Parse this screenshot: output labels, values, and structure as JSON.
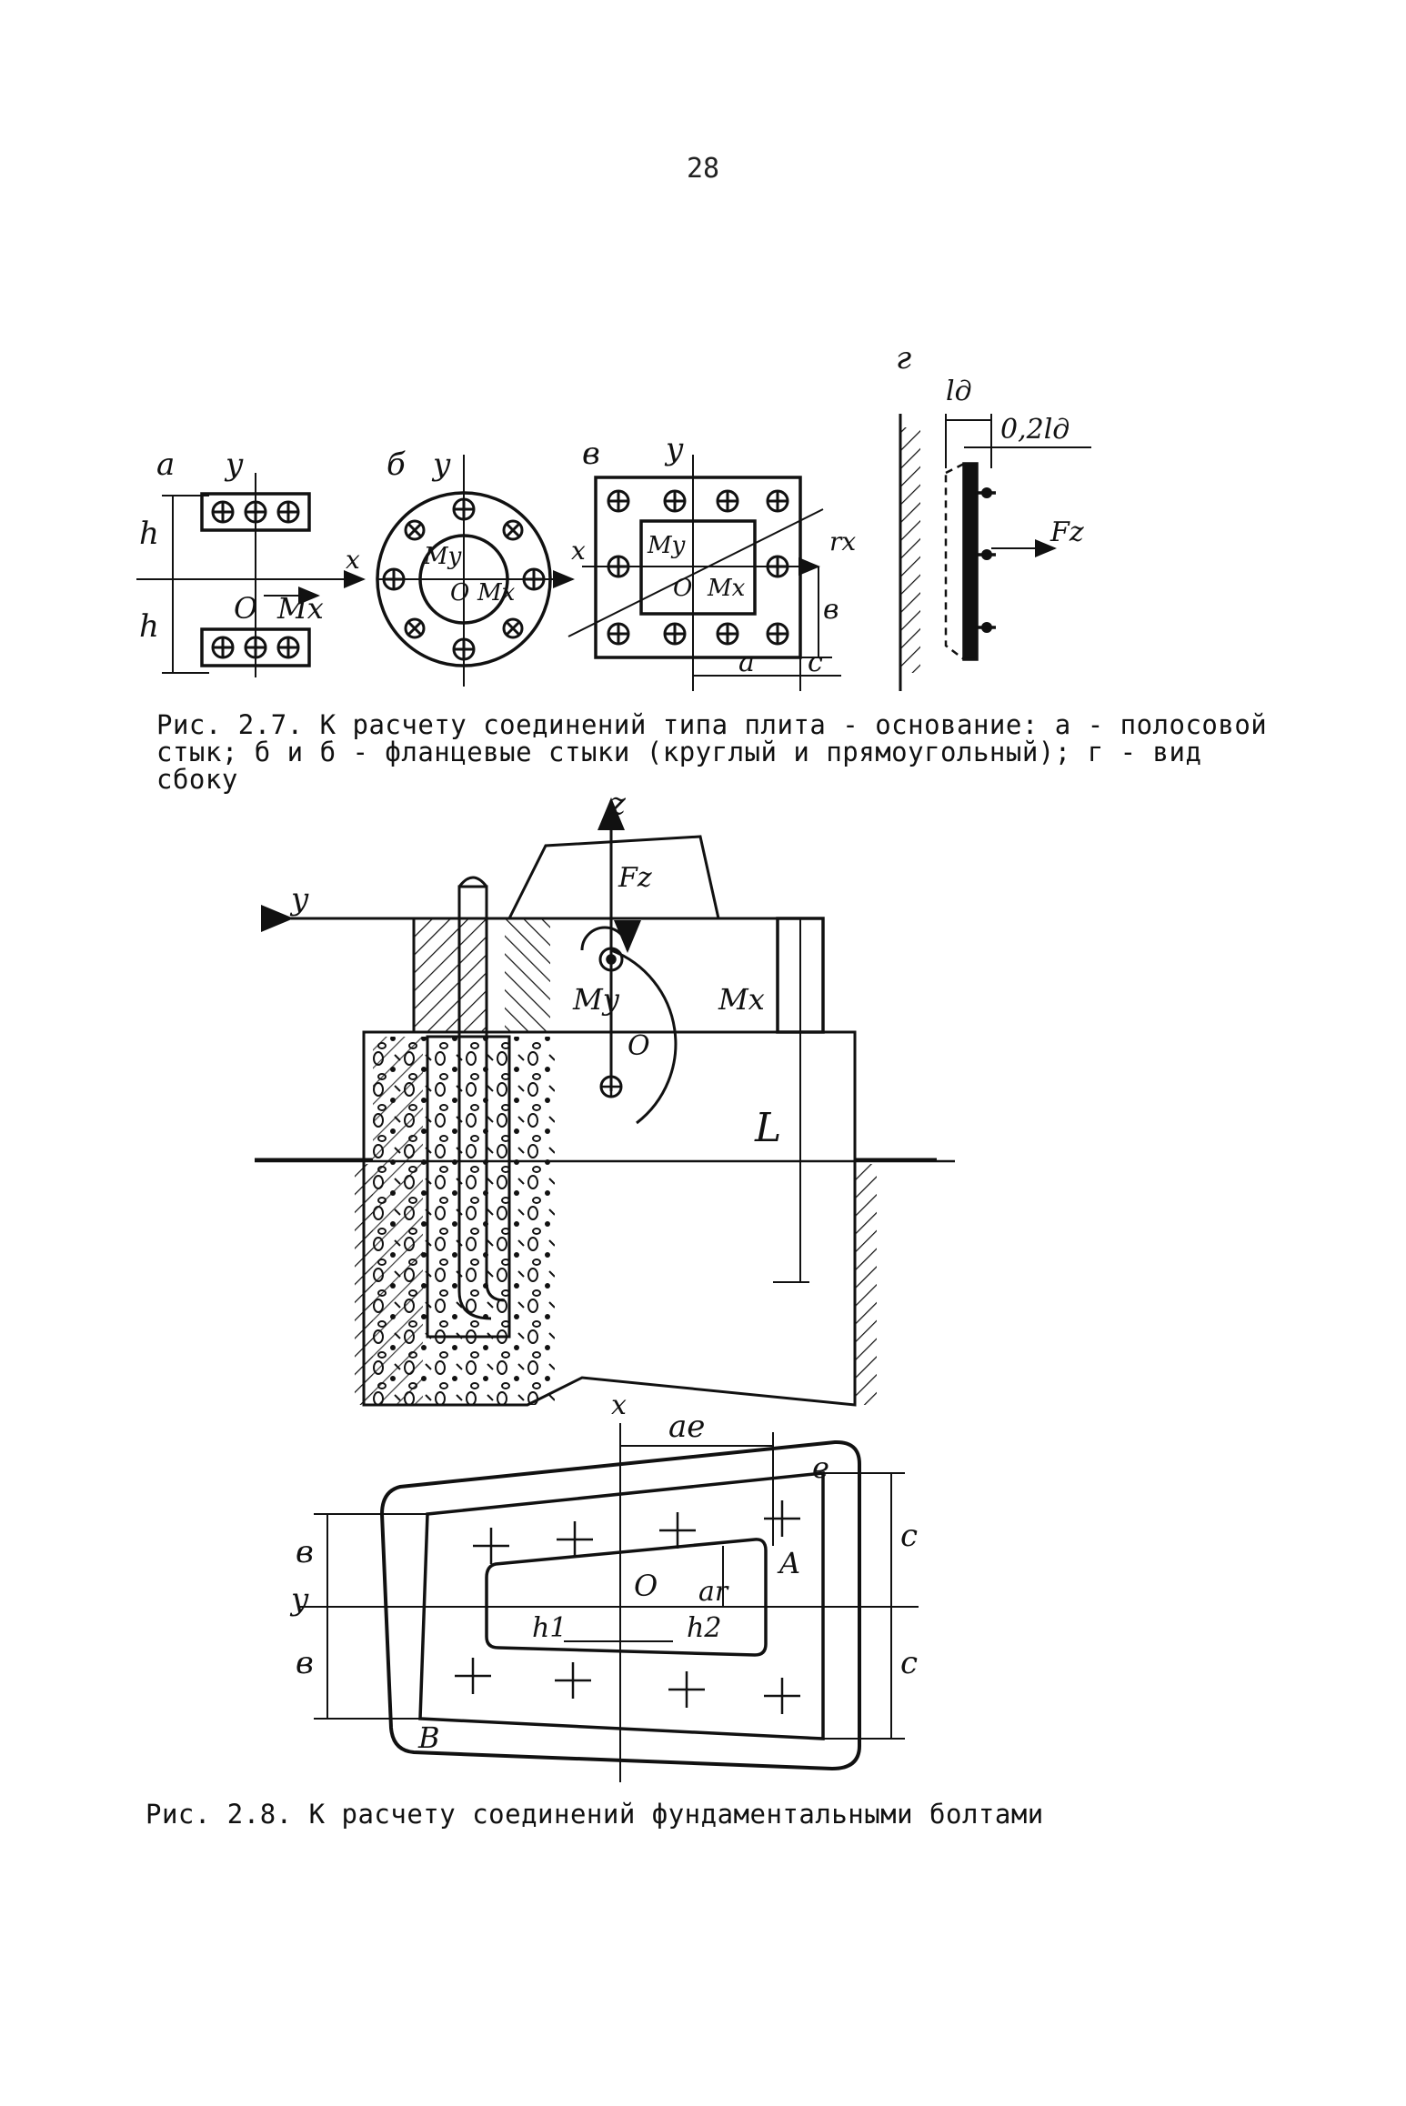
{
  "page_number": "28",
  "figure_27": {
    "caption_line1": "Рис. 2.7. К расчету соединений типа плита - основание: а - полосовой",
    "caption_line2": "стык; б и б - фланцевые стыки (круглый и прямоугольный); г - вид",
    "caption_line3": "сбоку",
    "labels": {
      "panel_a": "а",
      "panel_b": "б",
      "panel_v": "в",
      "panel_g": "г",
      "y": "y",
      "x": "x",
      "o": "O",
      "h": "h",
      "mx": "Mx",
      "my": "My",
      "rx": "rx",
      "a": "а",
      "b": "в",
      "c": "с",
      "lg": "lд",
      "lg02": "0,2lд",
      "fz": "Fz"
    }
  },
  "figure_28": {
    "caption": "Рис. 2.8. К расчету соединений фундаментальными болтами",
    "labels": {
      "z": "z",
      "y": "y",
      "x": "x",
      "fz": "Fz",
      "my": "My",
      "mx": "Mx",
      "o": "O",
      "l": "L",
      "ae": "ае",
      "ar": "аr",
      "h1": "h1",
      "h2": "h2",
      "b": "в",
      "c": "с",
      "pt_a": "A",
      "pt_b": "В",
      "pt_e": "е"
    }
  }
}
